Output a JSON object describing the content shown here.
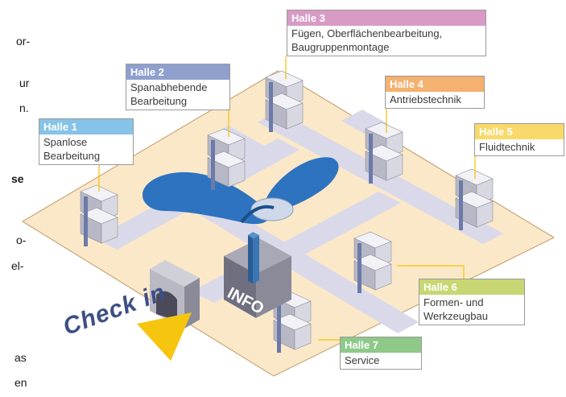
{
  "left_text_fragments": [
    "or-",
    "ur",
    "n.",
    "se",
    "o-",
    "el-",
    "as",
    "en"
  ],
  "halls": [
    {
      "id": "h1",
      "title": "Halle 1",
      "lines": [
        "Spanlose",
        "Bearbeitung"
      ],
      "color": "#86c3e8"
    },
    {
      "id": "h2",
      "title": "Halle 2",
      "lines": [
        "Spanabhebende",
        "Bearbeitung"
      ],
      "color": "#8fa0cf"
    },
    {
      "id": "h3",
      "title": "Halle 3",
      "lines": [
        "Fügen, Oberflächenbearbeitung,",
        "Baugruppenmontage"
      ],
      "color": "#d79bc6"
    },
    {
      "id": "h4",
      "title": "Halle 4",
      "lines": [
        "Antriebstechnik"
      ],
      "color": "#f4b16f"
    },
    {
      "id": "h5",
      "title": "Halle 5",
      "lines": [
        "Fluidtechnik"
      ],
      "color": "#f8d96a"
    },
    {
      "id": "h6",
      "title": "Halle 6",
      "lines": [
        "Formen- und",
        "Werkzeugbau"
      ],
      "color": "#c8d774"
    },
    {
      "id": "h7",
      "title": "Halle 7",
      "lines": [
        "Service"
      ],
      "color": "#8ec98a"
    }
  ],
  "info_sign": "INFO",
  "checkin_label": "Check in",
  "colors": {
    "ground": "#fbe8c8",
    "path": "#d9d9ea",
    "water": "#2d73bf",
    "arrow": "#f6c510",
    "leader": "#f2c300"
  }
}
